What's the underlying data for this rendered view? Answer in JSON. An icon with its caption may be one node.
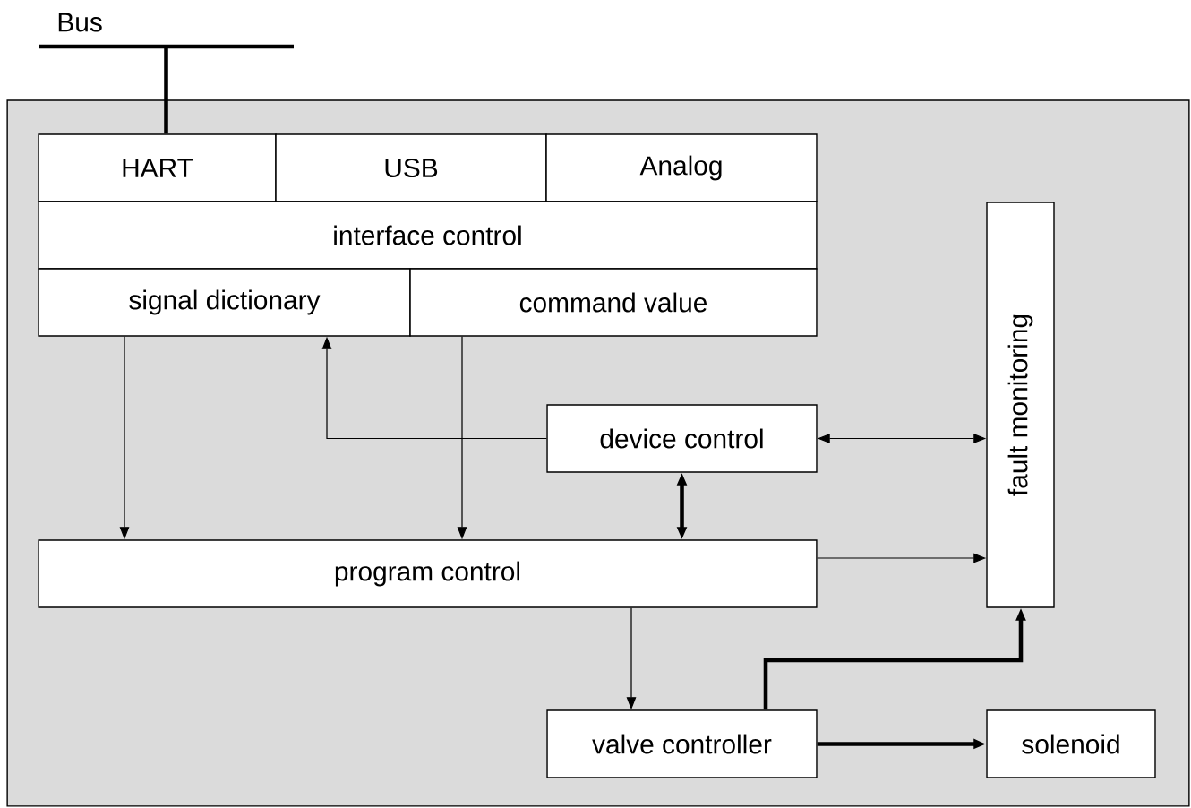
{
  "diagram": {
    "nodes": [
      {
        "text": [],
        "shape": "box"
      },
      {
        "text": [
          "Bus"
        ]
      },
      {
        "text": [
          "HART"
        ],
        "in": 0
      },
      {
        "text": [
          "USB"
        ],
        "in": 0
      },
      {
        "text": [
          "Analog"
        ],
        "in": 0
      },
      {
        "text": [
          "interface control"
        ],
        "in": 0
      },
      {
        "text": [
          "signal dictionary"
        ],
        "in": 0
      },
      {
        "text": [
          "command value"
        ],
        "in": 0
      },
      {
        "text": [
          "device control"
        ],
        "in": 0
      },
      {
        "text": [
          "fault monitoring"
        ],
        "in": 0
      },
      {
        "text": [
          "program control"
        ],
        "in": 0
      },
      {
        "text": [
          "valve controller"
        ],
        "in": 0
      },
      {
        "text": [
          "solenoid"
        ],
        "in": 0
      }
    ],
    "edges": [
      {
        "from": 1,
        "to": 2,
        "arrow": "none",
        "style": "thick"
      },
      {
        "from": 6,
        "to": 10,
        "arrow": "to"
      },
      {
        "from": 8,
        "to": 6,
        "arrow": "to"
      },
      {
        "from": 7,
        "to": 10,
        "arrow": "to"
      },
      {
        "from": 8,
        "to": 9,
        "arrow": "both"
      },
      {
        "from": 8,
        "to": 10,
        "arrow": "both",
        "style": "thick"
      },
      {
        "from": 10,
        "to": 9,
        "arrow": "to"
      },
      {
        "from": 10,
        "to": 11,
        "arrow": "to"
      },
      {
        "from": 11,
        "to": 9,
        "arrow": "to",
        "style": "thick"
      },
      {
        "from": 11,
        "to": 12,
        "arrow": "to",
        "style": "thick"
      }
    ]
  }
}
